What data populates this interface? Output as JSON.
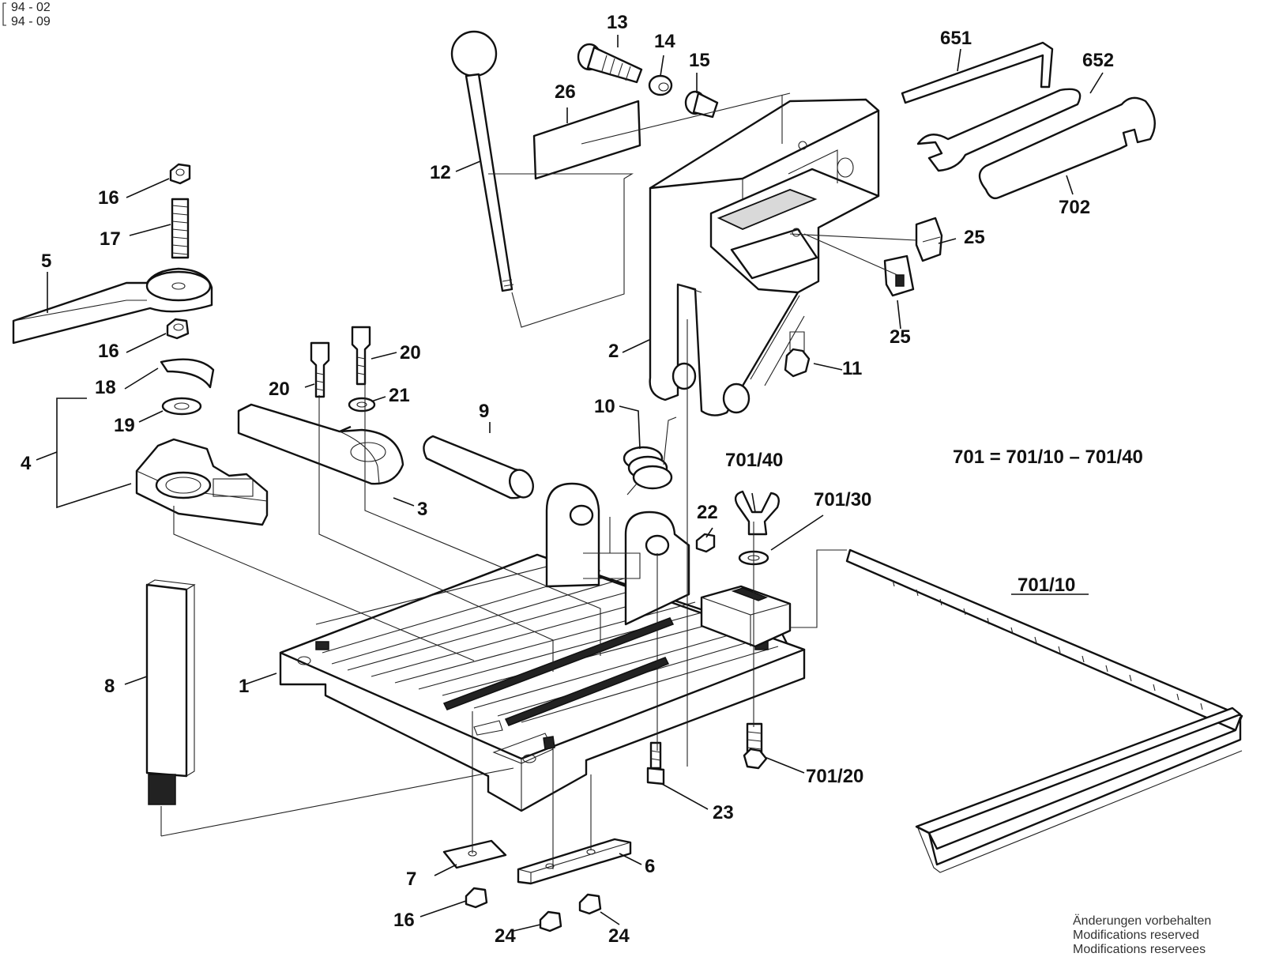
{
  "revision": [
    "94 - 02",
    "94 - 09"
  ],
  "formula": "701 = 701/10 – 701/40",
  "notice": [
    "Änderungen vorbehalten",
    "Modifications reserved",
    "Modifications reservees"
  ],
  "labels": {
    "l1": "1",
    "l2": "2",
    "l3": "3",
    "l4": "4",
    "l5": "5",
    "l6": "6",
    "l7": "7",
    "l8": "8",
    "l9": "9",
    "l10": "10",
    "l11": "11",
    "l12": "12",
    "l13": "13",
    "l14": "14",
    "l15": "15",
    "l16a": "16",
    "l16b": "16",
    "l16c": "16",
    "l17": "17",
    "l18": "18",
    "l19": "19",
    "l20a": "20",
    "l20b": "20",
    "l21": "21",
    "l22": "22",
    "l23": "23",
    "l24a": "24",
    "l24b": "24",
    "l25a": "25",
    "l25b": "25",
    "l26": "26",
    "l651": "651",
    "l652": "652",
    "l702": "702",
    "l701_10": "701/10",
    "l701_20": "701/20",
    "l701_30": "701/30",
    "l701_40": "701/40"
  }
}
